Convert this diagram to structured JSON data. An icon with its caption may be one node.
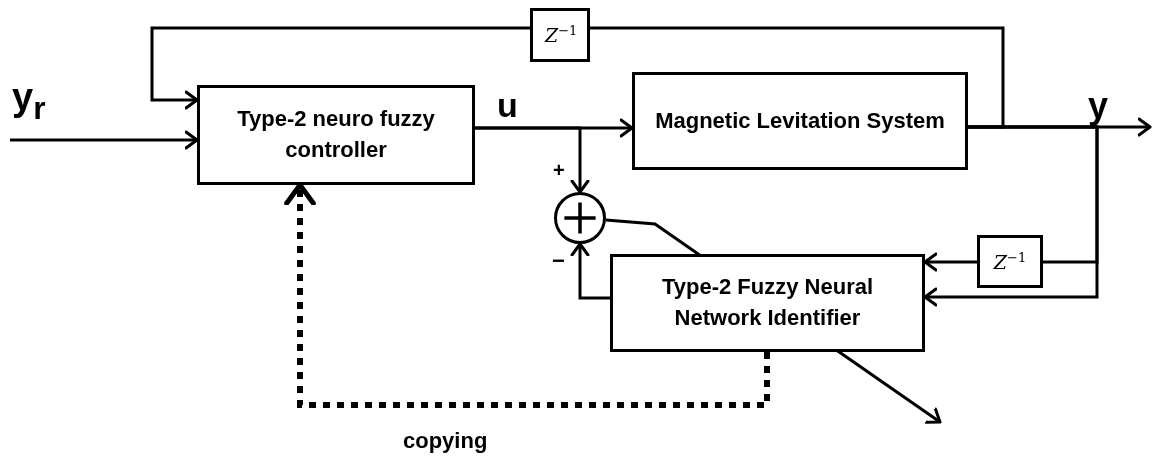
{
  "diagram": {
    "nodes": [
      {
        "text": [
          "Type-2 neuro fuzzy controller"
        ]
      },
      {
        "text": [
          "Magnetic Levitation System"
        ]
      },
      {
        "text": [
          "*Z*$^{−1}$"
        ]
      },
      {
        "text": [],
        "shape": "circle"
      },
      {
        "text": [
          "*Z*$^{−1}$"
        ]
      },
      {
        "text": [
          "Type-2 Fuzzy Neural Network Identifier"
        ]
      }
    ],
    "edges": [
      {
        "from": null,
        "to": 0,
        "arrow": "to"
      },
      {
        "from": 0,
        "to": 1,
        "arrow": "to"
      },
      {
        "from": 1,
        "to": null,
        "arrow": "to"
      },
      {
        "from": 1,
        "to": 2,
        "arrow": "none"
      },
      {
        "from": 2,
        "to": 0,
        "arrow": "to"
      },
      {
        "from": 0,
        "to": 3,
        "arrow": "to"
      },
      {
        "from": 5,
        "to": 3,
        "arrow": "to"
      },
      {
        "from": 1,
        "to": 4,
        "arrow": "none"
      },
      {
        "from": 4,
        "to": 5,
        "arrow": "to"
      },
      {
        "from": 1,
        "to": 5,
        "arrow": "to"
      },
      {
        "from": 3,
        "to": null,
        "arrow": "to"
      },
      {
        "from": 5,
        "to": 0,
        "arrow": "to",
        "style": "dashed",
        "label": "copying"
      }
    ],
    "labels": [
      "y$_{r}$",
      "u",
      "y",
      "+",
      "−"
    ]
  }
}
